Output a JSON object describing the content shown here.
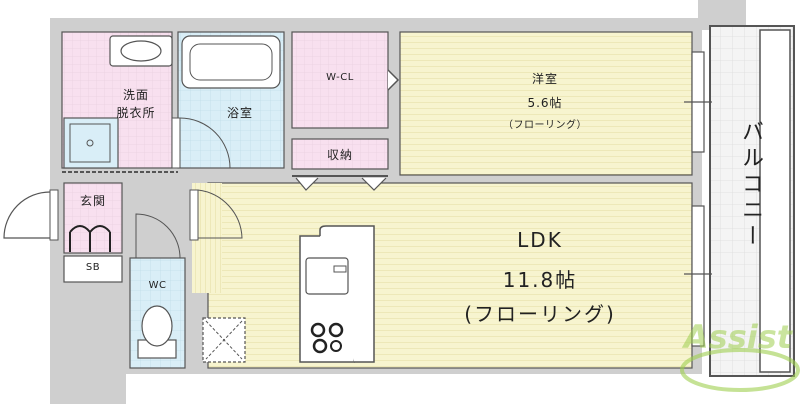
{
  "rooms": {
    "western": {
      "name": "洋室",
      "size": "5.6帖",
      "floor": "（フローリング）"
    },
    "ldk": {
      "name": "LDK",
      "size": "11.8帖",
      "floor": "(フローリング)"
    },
    "wcl": "W-CL",
    "storage": "収納",
    "bath": "浴室",
    "washroom_line1": "洗面",
    "washroom_line2": "脱衣所",
    "entrance": "玄関",
    "shoebox": "SB",
    "toilet": "WC",
    "balcony": "バルコニー"
  },
  "watermark": "Assist",
  "colors": {
    "wall": "#cfcfcf",
    "floor_wood": "#f7f4cf",
    "pink": "#f8e0ef",
    "blue": "#d9eef7",
    "balcony": "#f0f0f0",
    "wall_dark": "#555555",
    "logo_green": "#9fcf4f"
  }
}
